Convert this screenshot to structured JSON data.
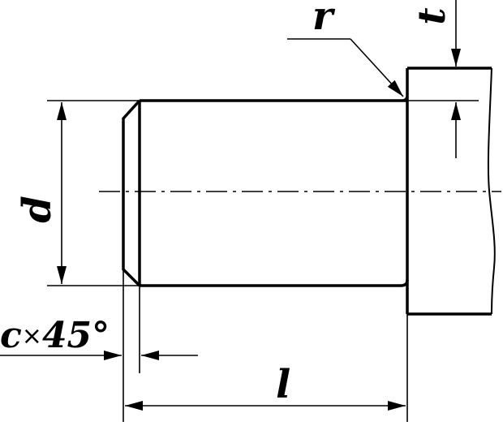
{
  "labels": {
    "r": "r",
    "t": "t",
    "d": "d",
    "chamfer_c": "c",
    "chamfer_times": "×",
    "chamfer_angle": "45°",
    "l": "l"
  }
}
